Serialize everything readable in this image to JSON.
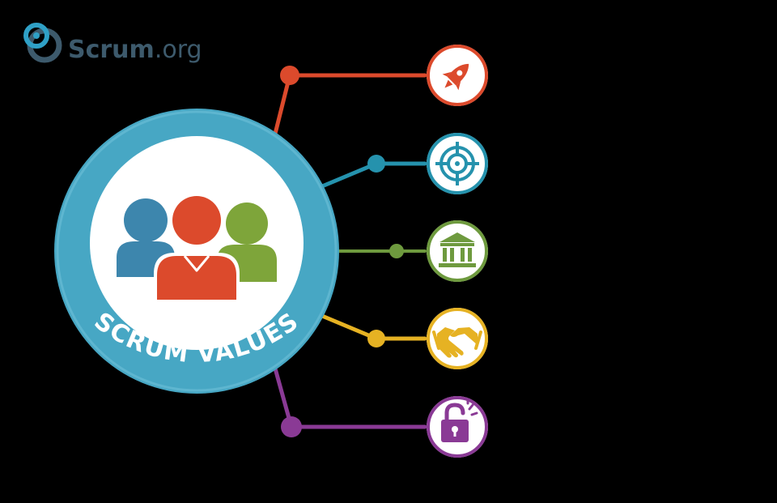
{
  "logo": {
    "brand_prefix": "Scrum",
    "brand_suffix": ".org",
    "icon": "scrum-org-logo-icon",
    "color": "#3d5a6c",
    "accent": "#2fa0c6"
  },
  "badge": {
    "label": "SCRUM VALUES",
    "ring_color": "#47a7c4",
    "icon": "team-people-icon",
    "people_colors": [
      "#3d86ad",
      "#dc4a2c",
      "#7ea53a"
    ]
  },
  "values": [
    {
      "id": "commitment",
      "icon": "rocket-icon",
      "color": "#dc4a2c"
    },
    {
      "id": "focus",
      "icon": "target-icon",
      "color": "#2592ad"
    },
    {
      "id": "respect",
      "icon": "classical-building-icon",
      "color": "#6e9a3e"
    },
    {
      "id": "courage",
      "icon": "handshake-icon",
      "color": "#e6b223"
    },
    {
      "id": "openness",
      "icon": "unlocked-padlock-icon",
      "color": "#8a3a95"
    }
  ]
}
